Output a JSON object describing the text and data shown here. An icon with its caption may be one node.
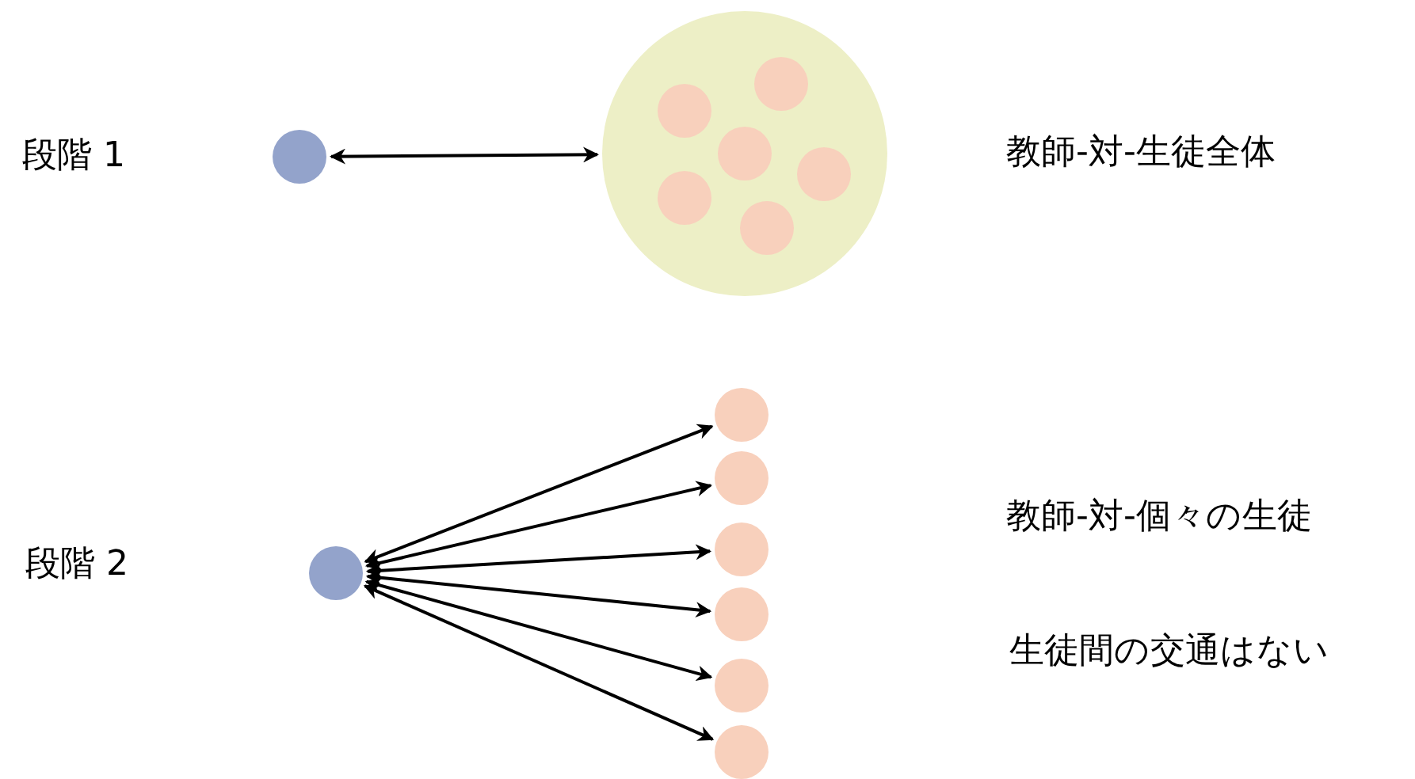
{
  "diagram": {
    "nodes": [
      {
        "text": [],
        "shape": "circle"
      },
      {
        "text": [],
        "shape": "circle"
      },
      {
        "text": [],
        "shape": "circle",
        "in": 1
      },
      {
        "text": [],
        "shape": "circle",
        "in": 1
      },
      {
        "text": [],
        "shape": "circle",
        "in": 1
      },
      {
        "text": [],
        "shape": "circle",
        "in": 1
      },
      {
        "text": [],
        "shape": "circle",
        "in": 1
      },
      {
        "text": [],
        "shape": "circle",
        "in": 1
      },
      {
        "text": [],
        "shape": "circle"
      },
      {
        "text": [],
        "shape": "circle"
      },
      {
        "text": [],
        "shape": "circle"
      },
      {
        "text": [],
        "shape": "circle"
      },
      {
        "text": [],
        "shape": "circle"
      },
      {
        "text": [],
        "shape": "circle"
      },
      {
        "text": [],
        "shape": "circle"
      }
    ],
    "edges": [
      {
        "from": 0,
        "to": 1,
        "arrow": "both"
      },
      {
        "from": 8,
        "to": 9,
        "arrow": "both"
      },
      {
        "from": 8,
        "to": 10,
        "arrow": "both"
      },
      {
        "from": 8,
        "to": 11,
        "arrow": "both"
      },
      {
        "from": 8,
        "to": 12,
        "arrow": "both"
      },
      {
        "from": 8,
        "to": 13,
        "arrow": "both"
      },
      {
        "from": 8,
        "to": 14,
        "arrow": "both"
      }
    ],
    "labels": [
      "段階 1",
      "教師-対-生徒全体",
      "段階 2",
      "教師-対-個々の生徒",
      "生徒間の交通はない"
    ]
  }
}
